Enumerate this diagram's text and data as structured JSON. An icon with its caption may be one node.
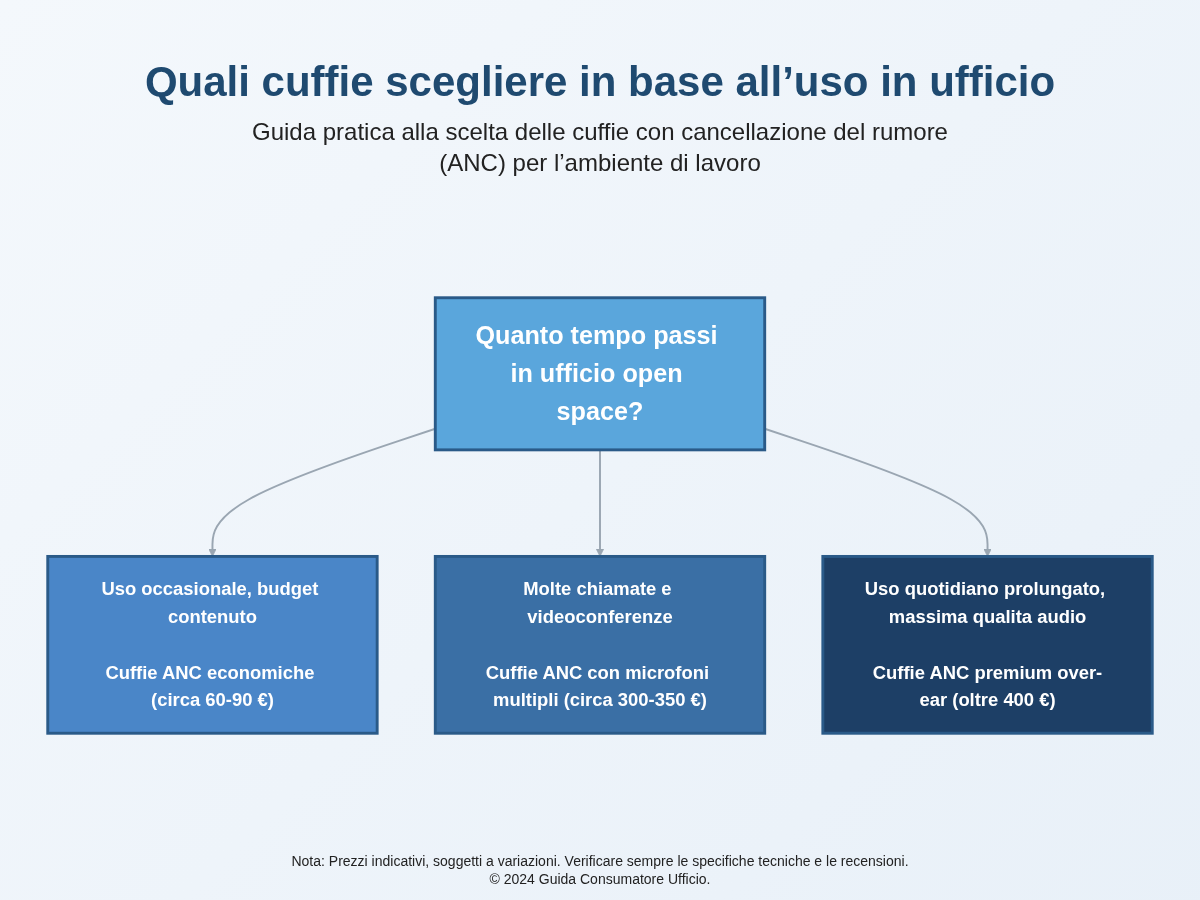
{
  "diagram": {
    "title": "Quali cuffie scegliere in base all’uso in ufficio",
    "nodes": [
      {
        "text": [
          "Quanto tempo passi in ufficio open space?"
        ]
      },
      {
        "text": [
          "Uso occasionale, budget contenuto",
          "Cuffie ANC economiche (circa 60-90 €)"
        ]
      },
      {
        "text": [
          "Molte chiamate e videoconferenze",
          "Cuffie ANC con microfoni multipli (circa 300-350 €)"
        ]
      },
      {
        "text": [
          "Uso quotidiano prolungato, massima qualita audio",
          "Cuffie ANC premium over-ear (oltre 400 €)"
        ]
      }
    ],
    "edges": [
      {
        "from": 0,
        "to": 1,
        "arrow": "to"
      },
      {
        "from": 0,
        "to": 2,
        "arrow": "to"
      },
      {
        "from": 0,
        "to": 3,
        "arrow": "to"
      }
    ],
    "labels": [
      "Guida pratica alla scelta delle cuffie con cancellazione del rumore (ANC) per l’ambiente di lavoro",
      "Nota: Prezzi indicativi, soggetti a variazioni. Verificare sempre le specifiche tecniche e le recensioni.",
      "© 2024 Guida Consumatore Ufficio."
    ]
  }
}
